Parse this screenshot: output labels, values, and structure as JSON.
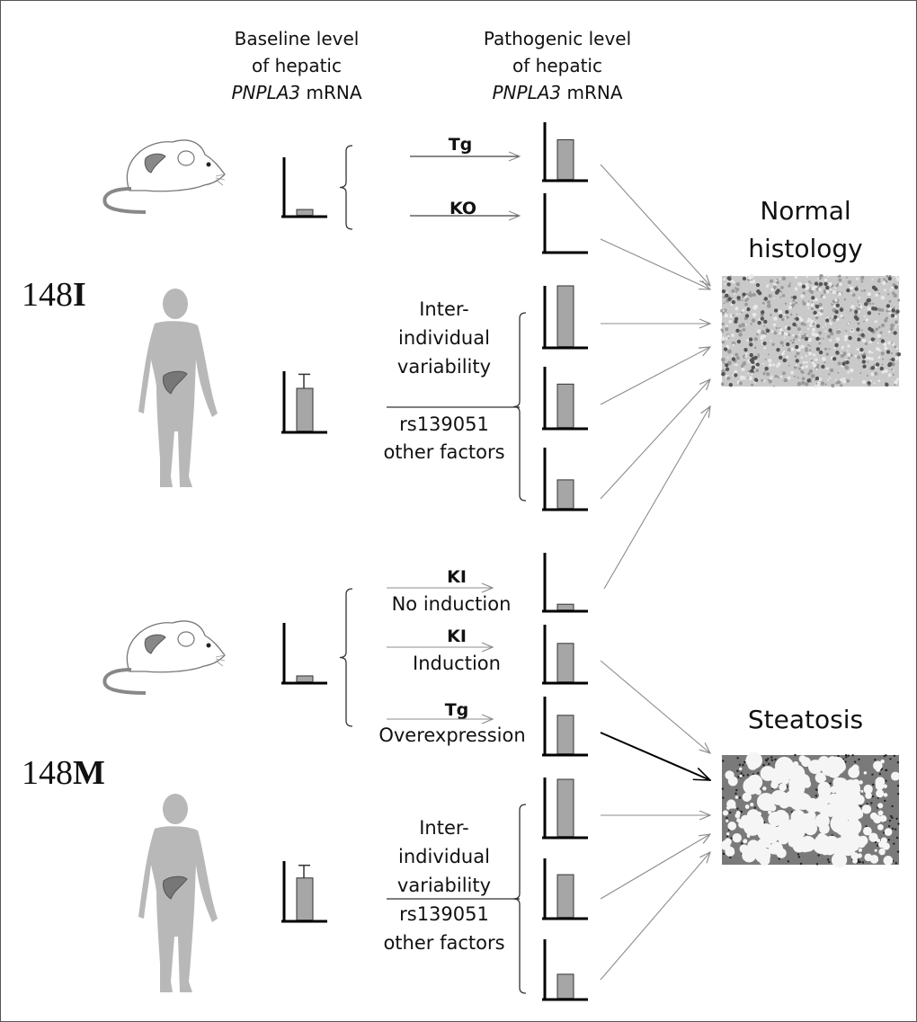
{
  "headers": {
    "baseline": [
      "Baseline level",
      "of hepatic",
      "PNPLA3 mRNA"
    ],
    "pathogenic": [
      "Pathogenic level",
      "of hepatic",
      "PNPLA3 mRNA"
    ],
    "gene": "PNPLA3"
  },
  "alleles": [
    {
      "number": "148",
      "letter": "I"
    },
    {
      "number": "148",
      "letter": "M"
    }
  ],
  "outcomes": {
    "normal": [
      "Normal",
      "histology"
    ],
    "steatosis": [
      "Steatosis"
    ]
  },
  "mouse_148I": {
    "baseline_level": 0.12,
    "paths": [
      {
        "label": "Tg",
        "sublabel": "",
        "level": 0.7,
        "outcome": "normal"
      },
      {
        "label": "KO",
        "sublabel": "",
        "level": 0,
        "outcome": "normal"
      }
    ]
  },
  "human_148I": {
    "baseline_level": 0.72,
    "baseline_error": 0.95,
    "variability_text_above": [
      "Inter-",
      "individual",
      "variability"
    ],
    "variability_text_below": [
      "rs139051",
      "other factors"
    ],
    "levels": [
      1.0,
      0.72,
      0.48
    ],
    "outcome": "normal"
  },
  "mouse_148M": {
    "baseline_level": 0.12,
    "paths": [
      {
        "label": "KI",
        "sublabel": "No induction",
        "level": 0.12,
        "outcome": "normal"
      },
      {
        "label": "KI",
        "sublabel": "Induction",
        "level": 0.68,
        "outcome": "steatosis"
      },
      {
        "label": "Tg",
        "sublabel": "Overexpression",
        "level": 0.68,
        "outcome": "steatosis"
      }
    ]
  },
  "human_148M": {
    "baseline_level": 0.72,
    "baseline_error": 0.93,
    "variability_text_above": [
      "Inter-",
      "individual",
      "variability"
    ],
    "variability_text_below": [
      "rs139051",
      "other factors"
    ],
    "levels": [
      0.97,
      0.73,
      0.42
    ],
    "outcome": "steatosis"
  },
  "colors": {
    "bar": "#a6a6a6",
    "axis": "#000000",
    "thin_arrow": "#8c8c8c",
    "strong_arrow": "#000000"
  }
}
